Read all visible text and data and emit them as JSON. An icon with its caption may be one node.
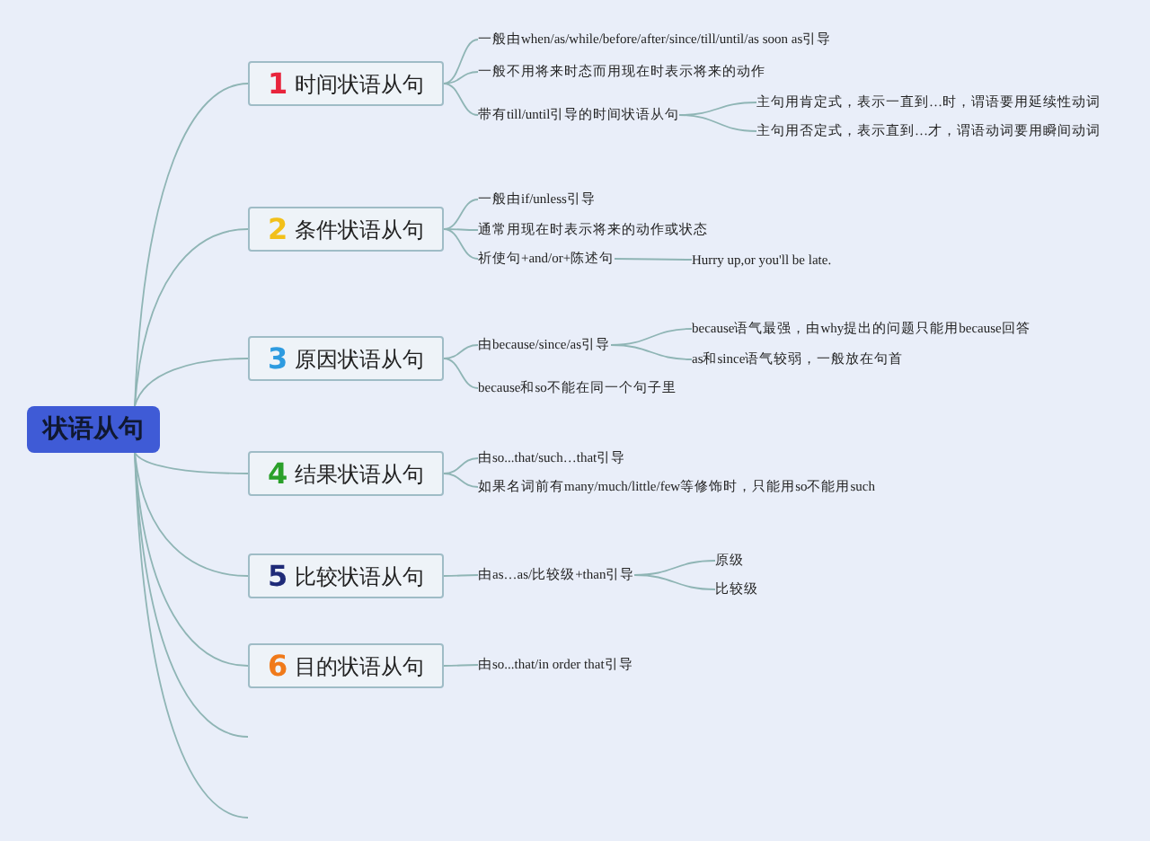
{
  "diagram": {
    "nodes": [
      {
        "text": [
          "状语从句"
        ]
      },
      {
        "text": [
          "1",
          "时间状语从句"
        ]
      },
      {
        "text": [
          "一般由when/as/while/before/after/since/till/until/as soon as引导"
        ]
      },
      {
        "text": [
          "一般不用将来时态而用现在时表示将来的动作"
        ]
      },
      {
        "text": [
          "带有till/until引导的时间状语从句"
        ]
      },
      {
        "text": [
          "主句用肯定式，表示一直到…时，谓语要用延续性动词"
        ]
      },
      {
        "text": [
          "主句用否定式，表示直到…才，谓语动词要用瞬间动词"
        ]
      },
      {
        "text": [
          "2",
          "条件状语从句"
        ]
      },
      {
        "text": [
          "一般由if/unless引导"
        ]
      },
      {
        "text": [
          "通常用现在时表示将来的动作或状态"
        ]
      },
      {
        "text": [
          "祈使句+and/or+陈述句"
        ]
      },
      {
        "text": [
          "Hurry up,or you'll be late."
        ]
      },
      {
        "text": [
          "3",
          "原因状语从句"
        ]
      },
      {
        "text": [
          "由because/since/as引导"
        ]
      },
      {
        "text": [
          "because语气最强，由why提出的问题只能用because回答"
        ]
      },
      {
        "text": [
          "as和since语气较弱，一般放在句首"
        ]
      },
      {
        "text": [
          "because和so不能在同一个句子里"
        ]
      },
      {
        "text": [
          "4",
          "结果状语从句"
        ]
      },
      {
        "text": [
          "由so...that/such…that引导"
        ]
      },
      {
        "text": [
          "如果名词前有many/much/little/few等修饰时，只能用so不能用such"
        ]
      },
      {
        "text": [
          "5",
          "比较状语从句"
        ]
      },
      {
        "text": [
          "由as…as/比较级+than引导"
        ]
      },
      {
        "text": [
          "原级"
        ]
      },
      {
        "text": [
          "比较级"
        ]
      },
      {
        "text": [
          "6",
          "目的状语从句"
        ]
      },
      {
        "text": [
          "由so...that/in order that引导"
        ]
      }
    ],
    "edges": [
      {
        "from": 0,
        "to": 1,
        "arrow": "none"
      },
      {
        "from": 1,
        "to": 2,
        "arrow": "none"
      },
      {
        "from": 1,
        "to": 3,
        "arrow": "none"
      },
      {
        "from": 1,
        "to": 4,
        "arrow": "none"
      },
      {
        "from": 4,
        "to": 5,
        "arrow": "none"
      },
      {
        "from": 4,
        "to": 6,
        "arrow": "none"
      },
      {
        "from": 0,
        "to": 7,
        "arrow": "none"
      },
      {
        "from": 7,
        "to": 8,
        "arrow": "none"
      },
      {
        "from": 7,
        "to": 9,
        "arrow": "none"
      },
      {
        "from": 7,
        "to": 10,
        "arrow": "none"
      },
      {
        "from": 10,
        "to": 11,
        "arrow": "none"
      },
      {
        "from": 0,
        "to": 12,
        "arrow": "none"
      },
      {
        "from": 12,
        "to": 13,
        "arrow": "none"
      },
      {
        "from": 13,
        "to": 14,
        "arrow": "none"
      },
      {
        "from": 13,
        "to": 15,
        "arrow": "none"
      },
      {
        "from": 12,
        "to": 16,
        "arrow": "none"
      },
      {
        "from": 0,
        "to": 17,
        "arrow": "none"
      },
      {
        "from": 17,
        "to": 18,
        "arrow": "none"
      },
      {
        "from": 17,
        "to": 19,
        "arrow": "none"
      },
      {
        "from": 0,
        "to": 20,
        "arrow": "none"
      },
      {
        "from": 20,
        "to": 21,
        "arrow": "none"
      },
      {
        "from": 21,
        "to": 22,
        "arrow": "none"
      },
      {
        "from": 21,
        "to": 23,
        "arrow": "none"
      },
      {
        "from": 0,
        "to": 24,
        "arrow": "none"
      },
      {
        "from": 24,
        "to": 25,
        "arrow": "none"
      },
      {
        "from": 0,
        "to": null,
        "arrow": "none"
      },
      {
        "from": 0,
        "to": null,
        "arrow": "none"
      }
    ]
  }
}
